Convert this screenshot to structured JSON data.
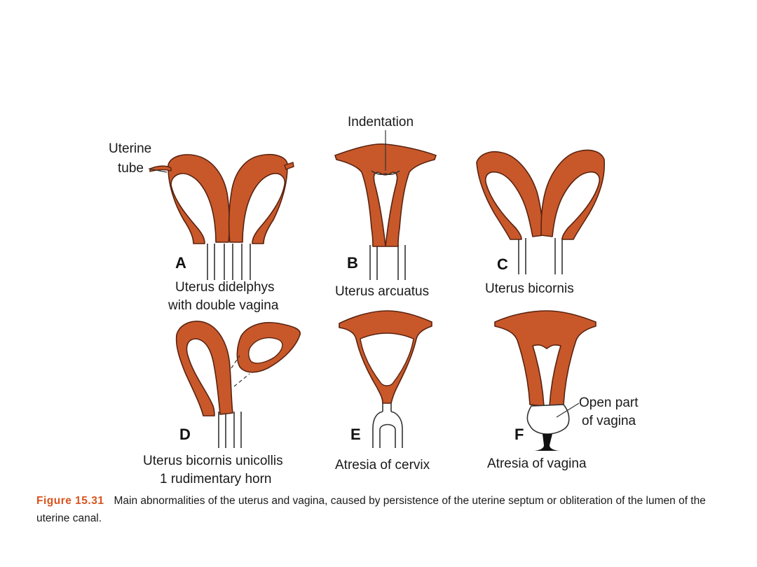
{
  "labels": {
    "uterine_tube_line1": "Uterine",
    "uterine_tube_line2": "tube",
    "indentation": "Indentation",
    "open_part_line1": "Open part",
    "open_part_line2": "of vagina"
  },
  "panels": {
    "a": {
      "letter": "A",
      "caption_line1": "Uterus didelphys",
      "caption_line2": "with double vagina"
    },
    "b": {
      "letter": "B",
      "caption_line1": "Uterus arcuatus"
    },
    "c": {
      "letter": "C",
      "caption_line1": "Uterus bicornis"
    },
    "d": {
      "letter": "D",
      "caption_line1": "Uterus bicornis unicollis",
      "caption_line2": "1 rudimentary horn"
    },
    "e": {
      "letter": "E",
      "caption_line1": "Atresia of cervix"
    },
    "f": {
      "letter": "F",
      "caption_line1": "Atresia of vagina"
    }
  },
  "caption": {
    "figure_label": "Figure 15.31",
    "text": "Main abnormalities of the uterus and vagina, caused by persistence of the uterine septum or obliteration of the lumen of the uterine canal."
  },
  "colors": {
    "tissue": "#c8582a",
    "outline": "#5a2310",
    "figure_label": "#d9531e"
  }
}
